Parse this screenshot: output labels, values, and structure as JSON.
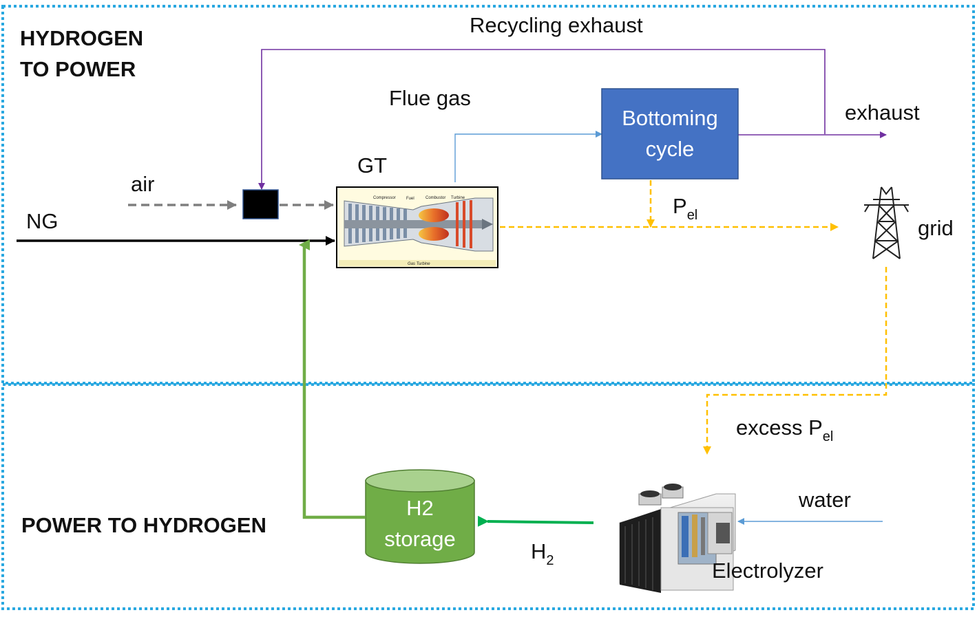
{
  "sections": {
    "top_title": "HYDROGEN\nTO POWER",
    "bottom_title": "POWER TO HYDROGEN"
  },
  "labels": {
    "recycling_exhaust": "Recycling exhaust",
    "flue_gas": "Flue gas",
    "exhaust": "exhaust",
    "gt": "GT",
    "air": "air",
    "ng": "NG",
    "p_el_main": "P",
    "p_el_sub": "el",
    "grid": "grid",
    "excess_p_el_main": "excess P",
    "excess_p_el_sub": "el",
    "water": "water",
    "h2_main": "H",
    "h2_sub": "2",
    "electrolyzer": "Electrolyzer"
  },
  "nodes": {
    "bottoming_cycle": "Bottoming\ncycle",
    "h2_storage": "H2\nstorage",
    "gas_turbine_image": {
      "compressor": "Compressor",
      "fuel": "Fuel",
      "combustor": "Combustor",
      "turbine": "Turbine",
      "caption": "Gas Turbine"
    }
  },
  "colors": {
    "section_border": "#29a8e0",
    "recycle_line": "#7030a0",
    "flue_line": "#5b9bd5",
    "power_line": "#ffc000",
    "air_line": "#7f7f7f",
    "ng_line": "#000000",
    "h2_line": "#00b050",
    "storage_line": "#70ad47",
    "bottoming_fill": "#4472c4",
    "storage_fill": "#70ad47"
  }
}
